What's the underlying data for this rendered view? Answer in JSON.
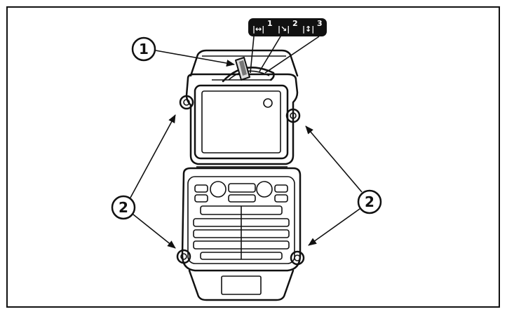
{
  "callouts": {
    "lever": {
      "number": "1"
    },
    "screws": {
      "number": "2"
    }
  },
  "mode_badge": {
    "background": "#111111",
    "modes": [
      {
        "glyph": "|↔|",
        "index": "1"
      },
      {
        "glyph": "|↘|",
        "index": "2"
      },
      {
        "glyph": "|↕|",
        "index": "3"
      }
    ]
  }
}
